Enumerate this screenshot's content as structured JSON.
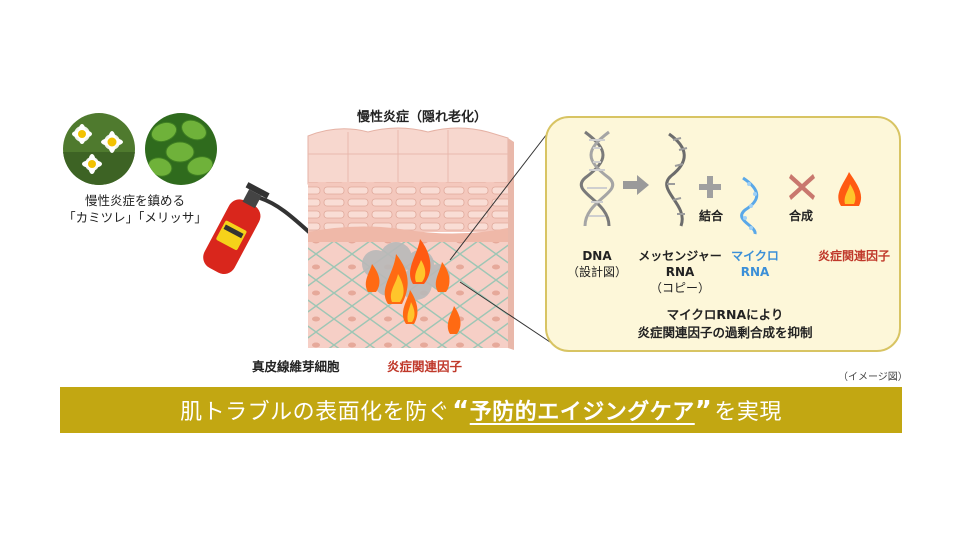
{
  "herbs": {
    "caption_line1": "慢性炎症を鎮める",
    "caption_line2": "「カミツレ」「メリッサ」"
  },
  "skin": {
    "title": "慢性炎症（隠れ老化）",
    "label_fibroblast": "真皮線維芽細胞",
    "label_inflammatory": "炎症関連因子"
  },
  "panel": {
    "dna_label": "DNA",
    "dna_sub": "（設計図）",
    "mrna_label_line1": "メッセンジャー",
    "mrna_label_line2": "RNA",
    "mrna_sub": "（コピー）",
    "bind_label": "結合",
    "synth_label": "合成",
    "mirna_label_line1": "マイクロ",
    "mirna_label_line2": "RNA",
    "factor_label": "炎症関連因子",
    "summary_line1": "マイクロRNAにより",
    "summary_line2": "炎症関連因子の過剰合成を抑制"
  },
  "image_note": "（イメージ図）",
  "banner": {
    "prefix": "肌トラブルの表面化を防ぐ",
    "open_quote": "“",
    "highlight": "予防的エイジングケア",
    "close_quote": "”",
    "suffix": "を実現"
  },
  "colors": {
    "banner_bg": "#c2a712",
    "panel_bg": "#fdf7d9",
    "panel_border": "#d8c463",
    "mirna_blue": "#3a8fd8",
    "inflam_red": "#c0392b"
  },
  "icons": [
    "chamomile-photo",
    "melissa-photo",
    "fire-extinguisher-icon",
    "skin-cross-section",
    "flame-icon",
    "dna-helix-icon",
    "mrna-strand-icon",
    "arrow-right-icon",
    "plus-icon",
    "mirna-strand-icon",
    "blocked-x-icon"
  ]
}
